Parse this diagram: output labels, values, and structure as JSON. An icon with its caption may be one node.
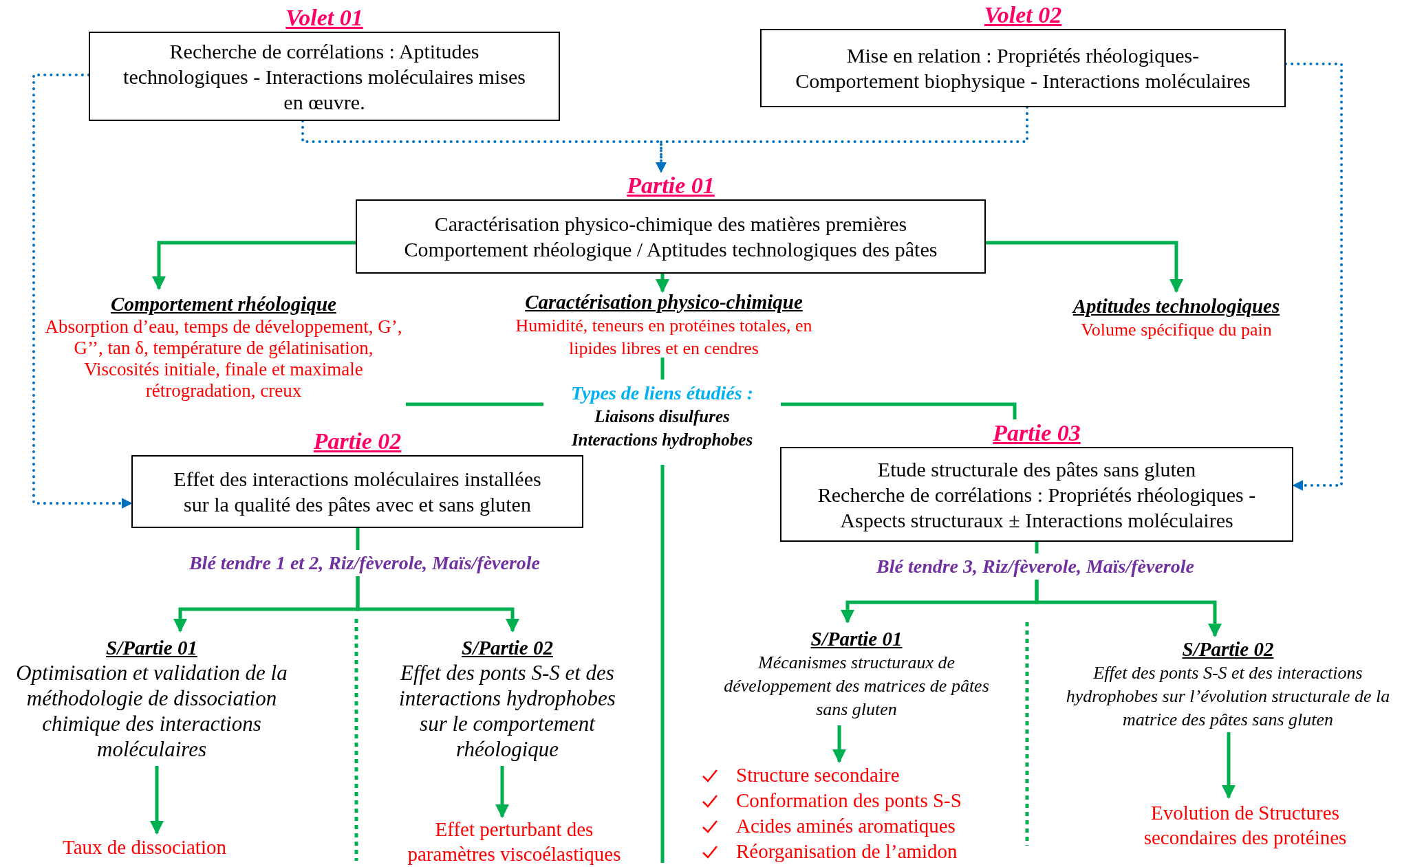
{
  "diagram": {
    "nodes": [
      {
        "text": [
          "Volet 01",
          "Recherche de corrélations : Aptitudes technologiques - Interactions moléculaires mises en œuvre."
        ]
      },
      {
        "text": [
          "Volet 02",
          "Mise en relation : Propriétés rhéologiques- Comportement biophysique - Interactions moléculaires"
        ]
      },
      {
        "text": [
          "Partie 01",
          "Caractérisation physico-chimique des matières premières",
          "Comportement rhéologique / Aptitudes technologiques des pâtes"
        ]
      },
      {
        "text": [
          "Comportement rhéologique",
          "Absorption d’eau, temps de développement, G’, G’’, tan δ, température de gélatinisation, Viscosités initiale, finale et maximale rétrogradation, creux"
        ]
      },
      {
        "text": [
          "Caractérisation physico-chimique",
          "Humidité, teneurs en protéines totales, en lipides libres et en cendres"
        ]
      },
      {
        "text": [
          "Aptitudes technologiques",
          "Volume spécifique du pain"
        ]
      },
      {
        "text": [
          "Types de liens étudiés :",
          "Liaisons disulfures",
          "Interactions hydrophobes"
        ]
      },
      {
        "text": [
          "Partie 02",
          "Effet des interactions moléculaires installées sur la qualité des pâtes avec et sans gluten"
        ]
      },
      {
        "text": [
          "Partie 03",
          "Etude structurale des pâtes sans gluten",
          "Recherche de corrélations : Propriétés rhéologiques - Aspects structuraux ± Interactions moléculaires"
        ]
      },
      {
        "text": [
          "Blé tendre 1 et 2, Riz/fèverole, Maïs/fèverole"
        ]
      },
      {
        "text": [
          "Blé tendre 3, Riz/fèverole, Maïs/fèverole"
        ]
      },
      {
        "text": [
          "S/Partie 01",
          "Optimisation et validation de la méthodologie de dissociation chimique des interactions moléculaires"
        ]
      },
      {
        "text": [
          "S/Partie 02",
          "Effet des ponts S-S et des interactions hydrophobes sur le comportement rhéologique"
        ]
      },
      {
        "text": [
          "Taux de dissociation"
        ]
      },
      {
        "text": [
          "Effet perturbant des paramètres viscoélastiques"
        ]
      },
      {
        "text": [
          "S/Partie 01",
          "Mécanismes structuraux de développement des matrices de pâtes sans gluten"
        ]
      },
      {
        "text": [
          "S/Partie 02",
          "Effet des ponts  S-S et des interactions hydrophobes sur l’évolution structurale de la matrice des pâtes sans gluten"
        ]
      },
      {
        "text": [
          "Structure secondaire",
          "Conformation des ponts S-S",
          "Acides aminés aromatiques",
          "Réorganisation de l’amidon"
        ]
      },
      {
        "text": [
          "Evolution de Structures secondaires des protéines"
        ]
      }
    ],
    "edges": [
      {
        "from": 0,
        "to": 2,
        "arrow": "to",
        "style": "dashed",
        "color": "#0070c0"
      },
      {
        "from": 1,
        "to": 2,
        "arrow": "to",
        "style": "dashed",
        "color": "#0070c0"
      },
      {
        "from": 0,
        "to": 7,
        "arrow": "to",
        "style": "dashed",
        "color": "#0070c0"
      },
      {
        "from": 1,
        "to": 8,
        "arrow": "to",
        "style": "dashed",
        "color": "#0070c0"
      },
      {
        "from": 2,
        "to": 3,
        "arrow": "to"
      },
      {
        "from": 2,
        "to": 4,
        "arrow": "to"
      },
      {
        "from": 2,
        "to": 5,
        "arrow": "to"
      },
      {
        "from": 4,
        "to": 6,
        "arrow": "none"
      },
      {
        "from": 6,
        "to": 3,
        "arrow": "none"
      },
      {
        "from": 6,
        "to": 8,
        "arrow": "none"
      },
      {
        "from": 7,
        "to": 9,
        "arrow": "none"
      },
      {
        "from": 9,
        "to": 11,
        "arrow": "to"
      },
      {
        "from": 9,
        "to": 12,
        "arrow": "to"
      },
      {
        "from": 8,
        "to": 10,
        "arrow": "none"
      },
      {
        "from": 10,
        "to": 15,
        "arrow": "to"
      },
      {
        "from": 10,
        "to": 16,
        "arrow": "to"
      },
      {
        "from": 11,
        "to": 13,
        "arrow": "to"
      },
      {
        "from": 12,
        "to": 14,
        "arrow": "to"
      },
      {
        "from": 15,
        "to": 17,
        "arrow": "to"
      },
      {
        "from": 16,
        "to": 18,
        "arrow": "to"
      }
    ]
  }
}
